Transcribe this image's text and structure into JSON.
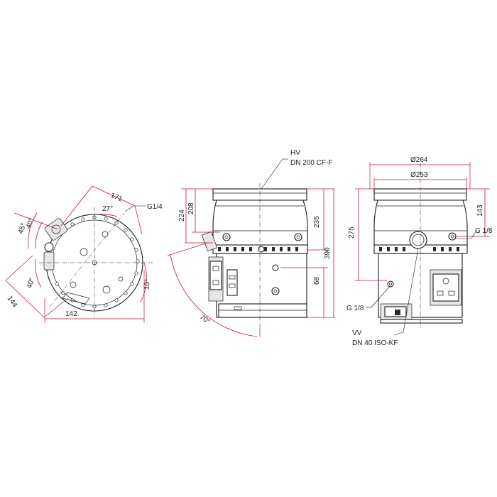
{
  "colors": {
    "dimension_line": "#c8102e",
    "outline": "#1a1a1a",
    "background": "#ffffff"
  },
  "top_view": {
    "dims": {
      "d171": "171",
      "d27": "27°",
      "d45": "45°",
      "d40a": "40°",
      "d40b": "40°",
      "d144": "144",
      "d142": "142",
      "d10": "10°"
    },
    "port_label": "G1/4"
  },
  "side_view": {
    "hv_label": "HV",
    "hv_flange": "DN 200 CF-F",
    "dims": {
      "d224": "224",
      "d208": "208",
      "d235": "235",
      "d390": "390",
      "d68": "68",
      "d70": "70°"
    }
  },
  "front_view": {
    "dims": {
      "dia264": "Ø264",
      "dia253": "Ø253",
      "d275": "275",
      "d143": "143"
    },
    "port_right": "G 1/8",
    "port_left": "G 1/8",
    "vv_label": "VV",
    "vv_flange": "DN 40 ISO-KF"
  }
}
